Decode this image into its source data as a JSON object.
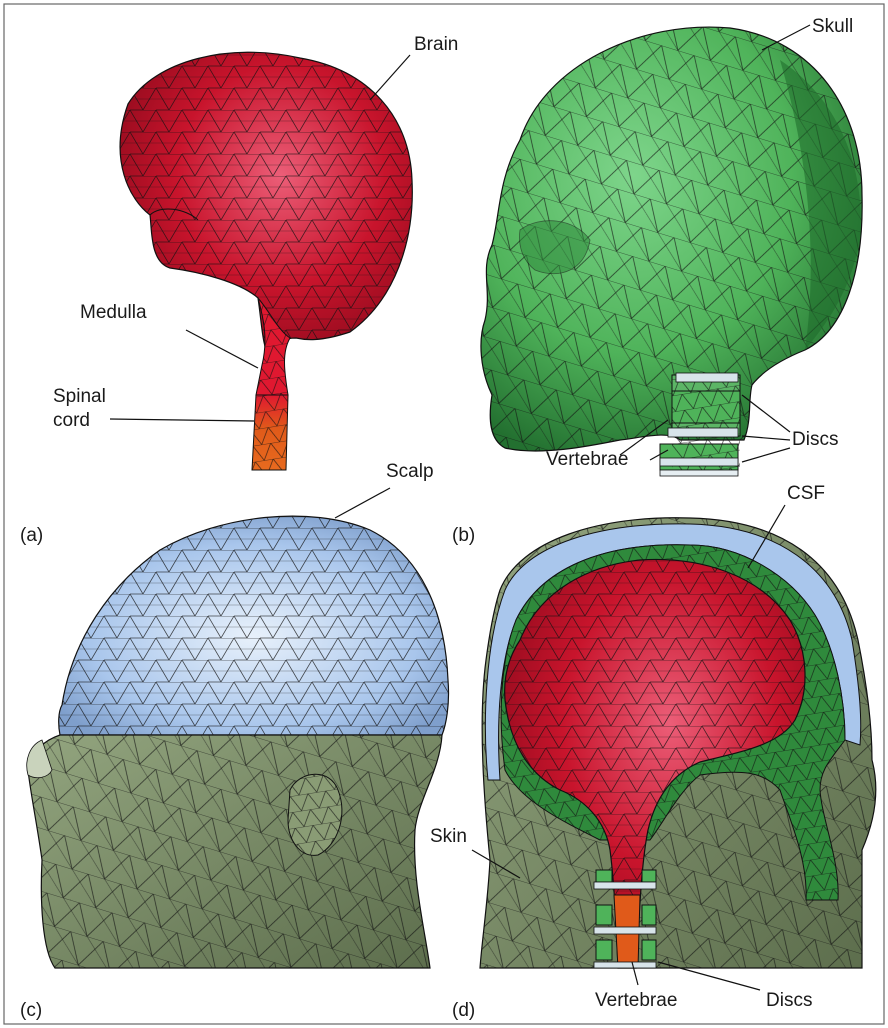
{
  "panels": [
    {
      "letter": "(a)",
      "labels": {
        "brain": "Brain",
        "medulla": "Medulla",
        "spinal_line1": "Spinal",
        "spinal_line2": "cord"
      }
    },
    {
      "letter": "(b)",
      "labels": {
        "skull": "Skull",
        "discs": "Discs",
        "vertebrae": "Vertebrae"
      }
    },
    {
      "letter": "(c)",
      "labels": {
        "scalp": "Scalp"
      }
    },
    {
      "letter": "(d)",
      "labels": {
        "csf": "CSF",
        "skin": "Skin",
        "vertebrae": "Vertebrae",
        "discs": "Discs"
      }
    }
  ],
  "colors": {
    "brain": "#c8142c",
    "medulla_top": "#e01830",
    "spinal_cord": "#e05a1a",
    "skull": "#4fb35a",
    "skull_dark": "#2f8a3c",
    "discs": "#cfdde3",
    "scalp": "#a9c6ec",
    "skin": "#778a64",
    "csf": "#2f8a3c",
    "mesh_line": "#111111",
    "frame": "#555555"
  }
}
